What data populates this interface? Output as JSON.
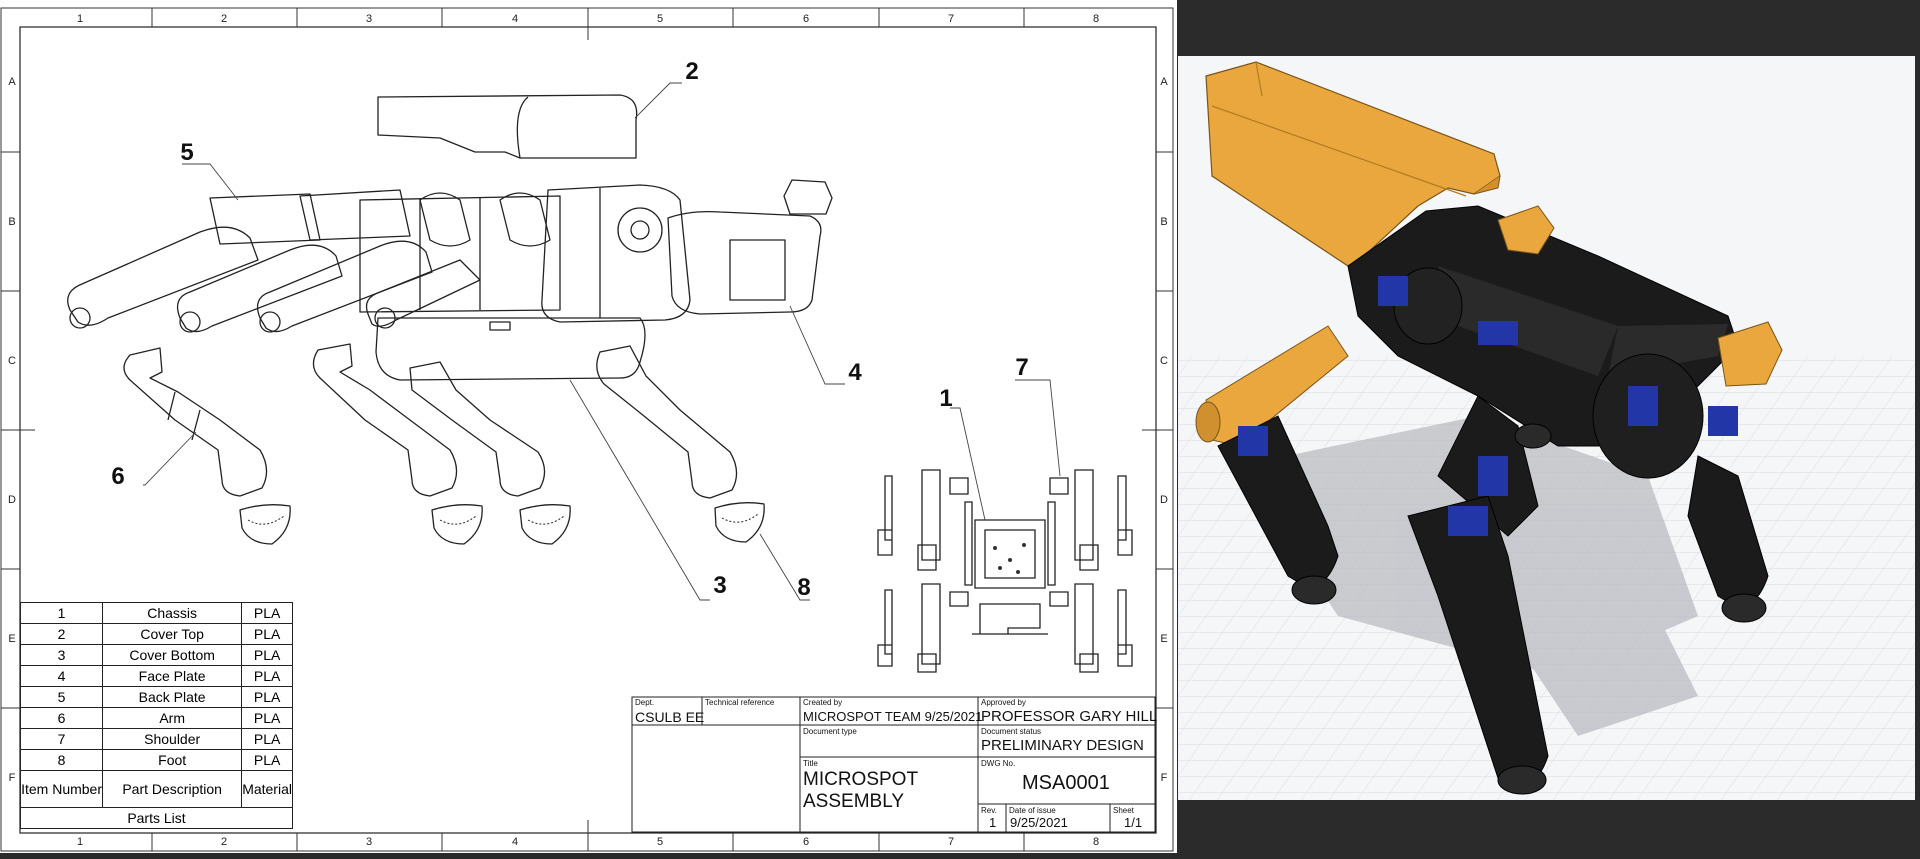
{
  "drawing": {
    "zones_columns": [
      "1",
      "2",
      "3",
      "4",
      "5",
      "6",
      "7",
      "8"
    ],
    "zones_rows": [
      "A",
      "B",
      "C",
      "D",
      "E",
      "F"
    ],
    "balloons": [
      "1",
      "2",
      "3",
      "4",
      "5",
      "6",
      "7",
      "8"
    ],
    "parts_list": {
      "title": "Parts List",
      "header": {
        "item": "Item Number",
        "description": "Part Description",
        "material": "Material"
      },
      "rows": [
        {
          "item": "1",
          "description": "Chassis",
          "material": "PLA"
        },
        {
          "item": "2",
          "description": "Cover Top",
          "material": "PLA"
        },
        {
          "item": "3",
          "description": "Cover Bottom",
          "material": "PLA"
        },
        {
          "item": "4",
          "description": "Face Plate",
          "material": "PLA"
        },
        {
          "item": "5",
          "description": "Back Plate",
          "material": "PLA"
        },
        {
          "item": "6",
          "description": "Arm",
          "material": "PLA"
        },
        {
          "item": "7",
          "description": "Shoulder",
          "material": "PLA"
        },
        {
          "item": "8",
          "description": "Foot",
          "material": "PLA"
        }
      ]
    },
    "title_block": {
      "dept_label": "Dept.",
      "dept": "CSULB EE",
      "technical_reference_label": "Technical reference",
      "technical_reference": "",
      "created_by_label": "Created by",
      "created_by": "MICROSPOT TEAM 9/25/2021",
      "approved_by_label": "Approved by",
      "approved_by": "PROFESSOR GARY HILL",
      "document_type_label": "Document type",
      "document_type": "",
      "document_status_label": "Document status",
      "document_status": "PRELIMINARY DESIGN",
      "title_label": "Title",
      "title": "MICROSPOT ASSEMBLY",
      "dwg_no_label": "DWG No.",
      "dwg_no": "MSA0001",
      "rev_label": "Rev.",
      "rev": "1",
      "date_of_issue_label": "Date of issue",
      "date_of_issue": "9/25/2021",
      "sheet_label": "Sheet",
      "sheet": "1/1"
    }
  },
  "model_view": {
    "colors": {
      "cover": "#e9a73d",
      "frame": "#1b1b1b",
      "servo": "#2336a8",
      "grid": "#d8dbe0",
      "background": "#f5f6f8"
    }
  }
}
